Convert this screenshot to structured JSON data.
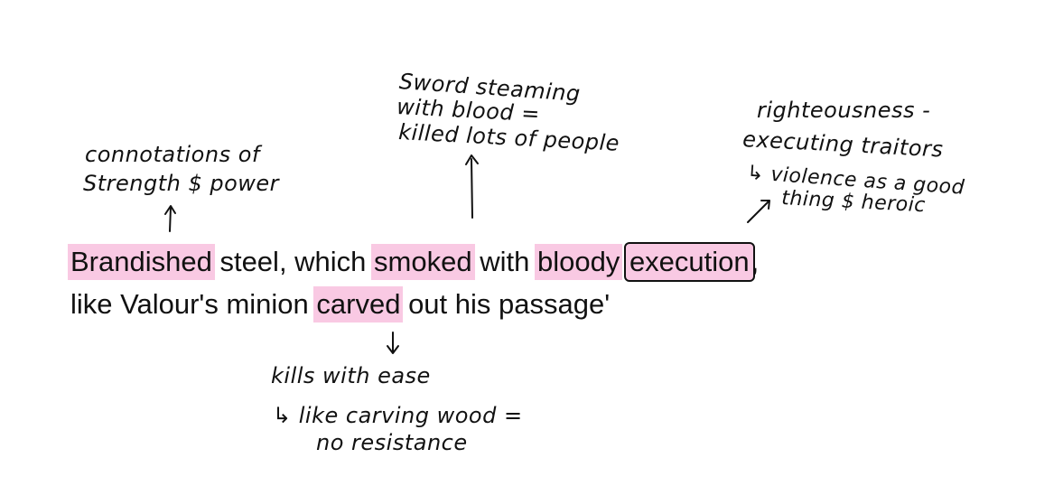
{
  "quote": {
    "line1": {
      "w1": "Brandished",
      "w2": " steel, which ",
      "w3": "smoked",
      "w4": " with ",
      "w5": "bloody",
      "w6": " ",
      "w7": "execution",
      "w8": ","
    },
    "line2": {
      "w1": "like Valour's minion ",
      "w2": "carved",
      "w3": " out his passage'"
    }
  },
  "annotations": {
    "brandished": {
      "line1": "connotations of",
      "line2": "Strength $ power"
    },
    "smoked": {
      "line1": "Sword steaming",
      "line2": "with blood =",
      "line3": "killed lots of people"
    },
    "execution": {
      "line1": "righteousness -",
      "line2": "executing traitors",
      "line3": "↳ violence as a good",
      "line4": "thing $ heroic"
    },
    "carved": {
      "line1": "kills with ease",
      "line2": "↳ like carving wood =",
      "line3": "no resistance"
    }
  },
  "colors": {
    "highlight": "#f9c9e3",
    "ink": "#111111",
    "background": "#ffffff"
  }
}
